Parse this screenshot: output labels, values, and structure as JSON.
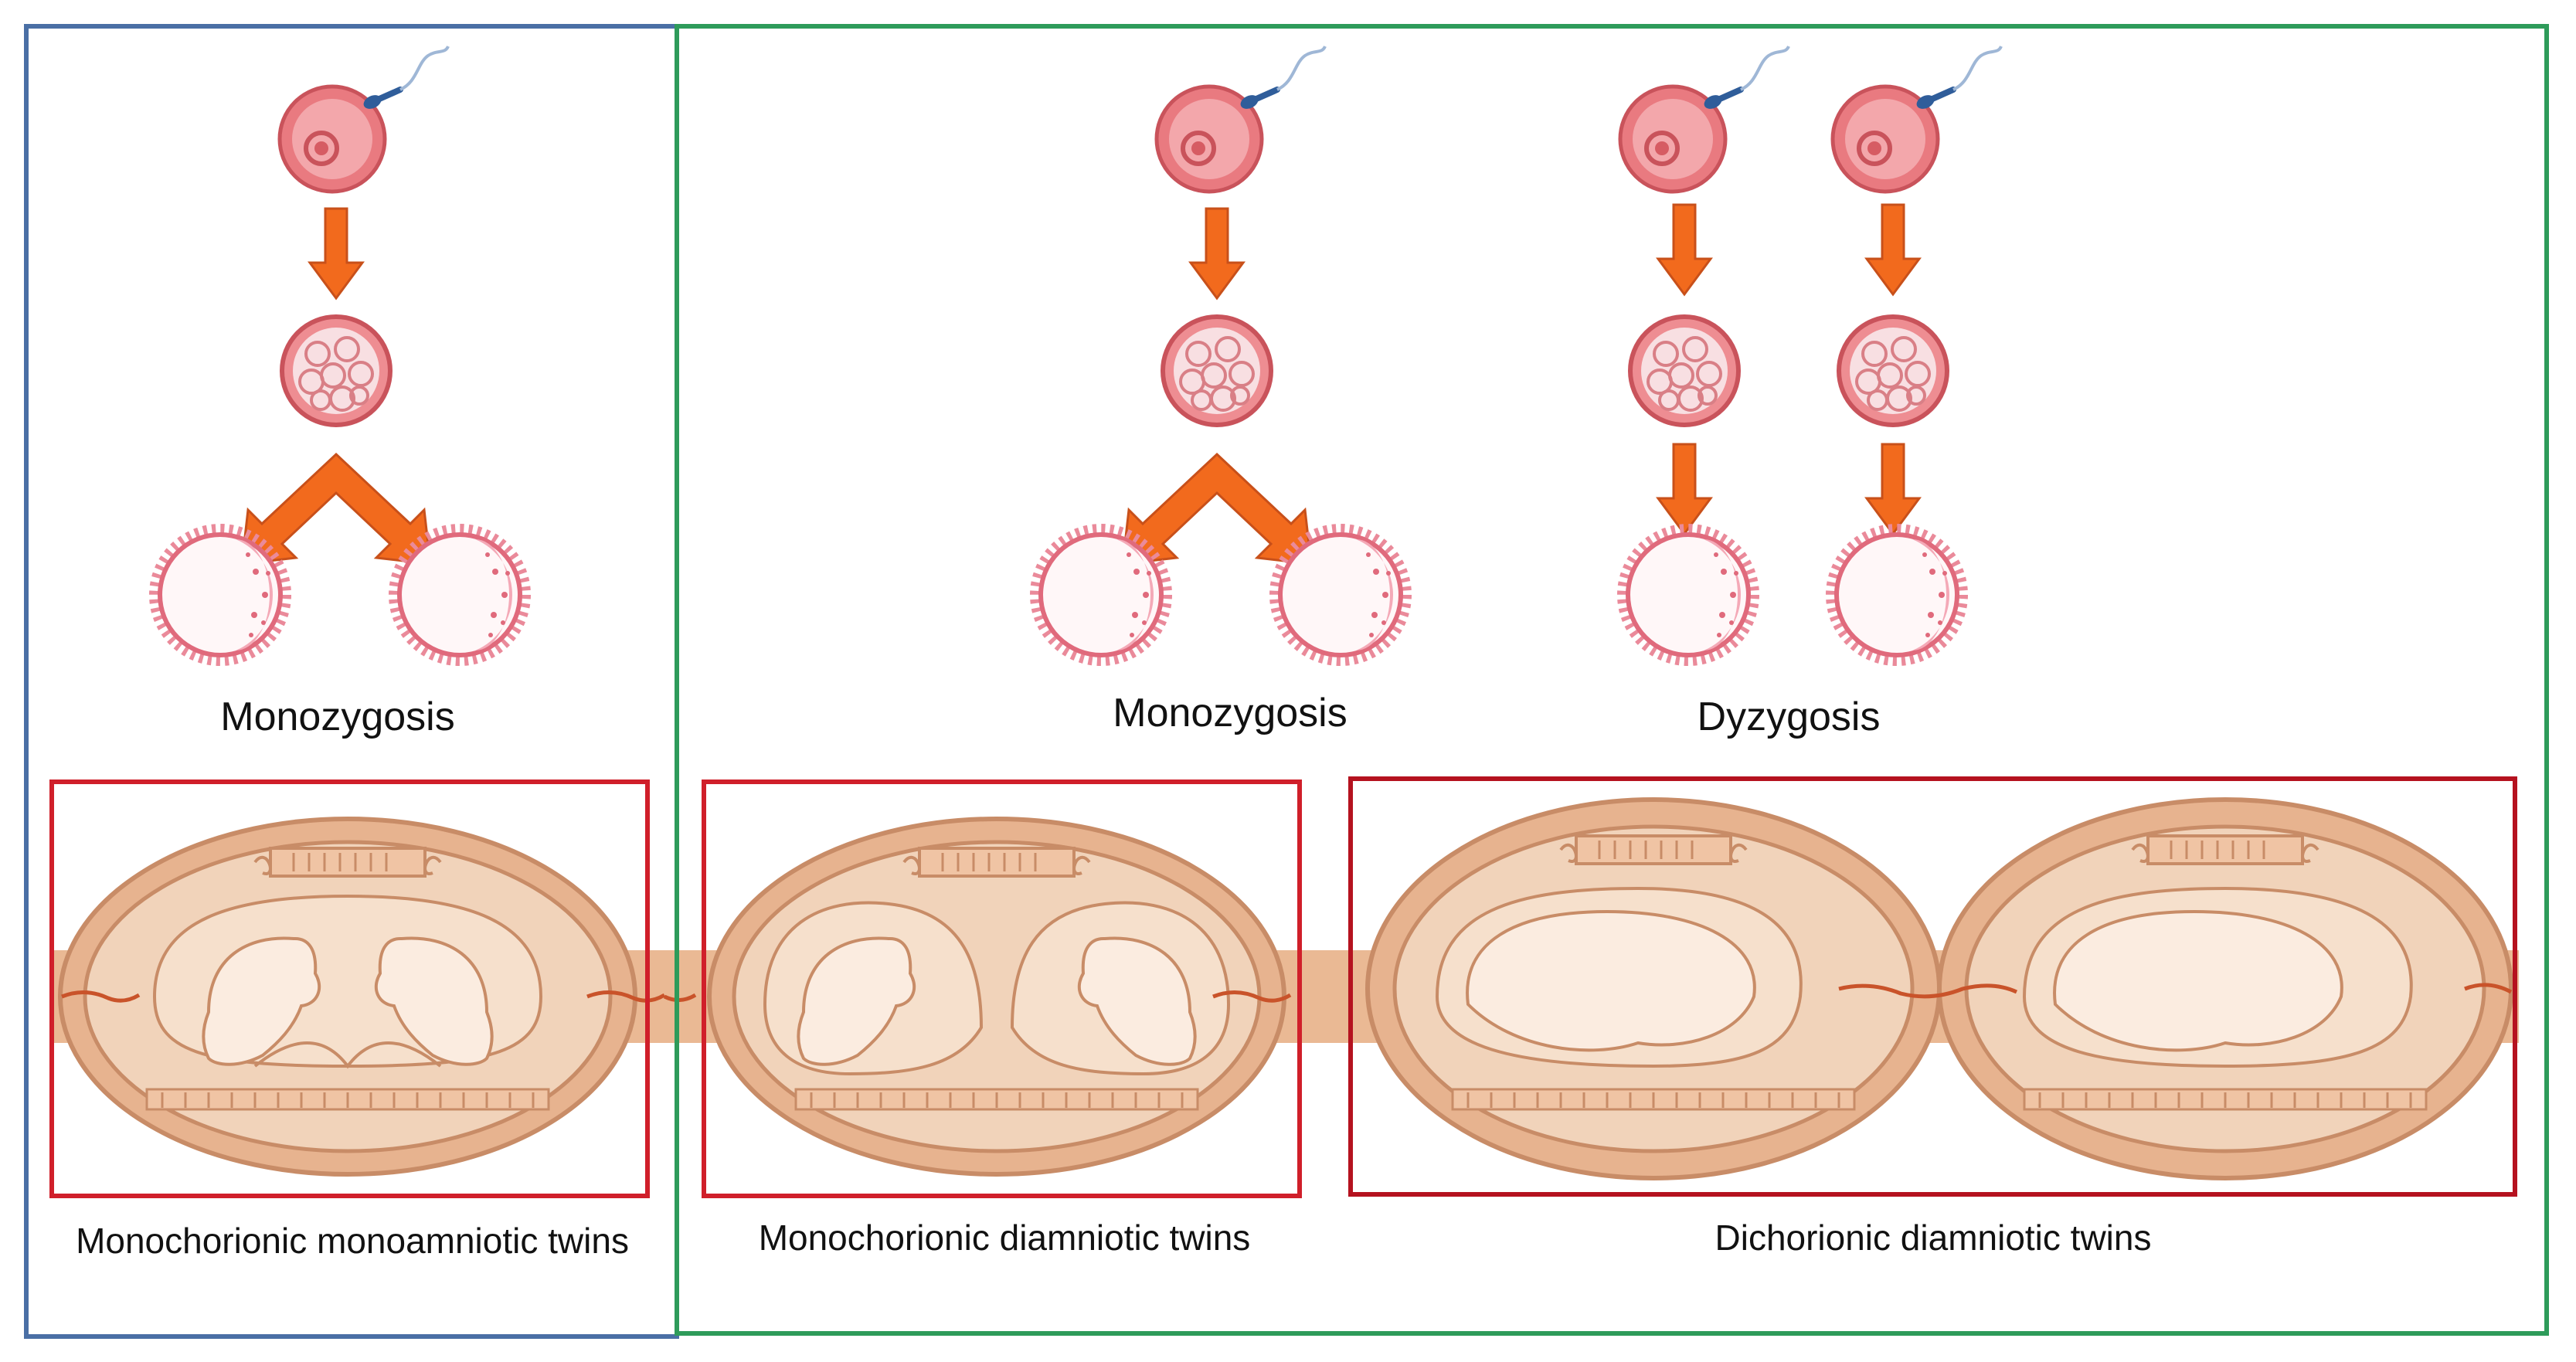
{
  "labels": {
    "left_mono": "Monozygosis",
    "mid_mono": "Monozygosis",
    "dizy": "Dyzygosis",
    "mcma": "Monochorionic monoamniotic twins",
    "mcda": "Monochorionic diamniotic twins",
    "dcda": "Dichorionic diamniotic twins"
  },
  "colors": {
    "blue_frame": "#4a6fa5",
    "green_frame": "#2e9b5a",
    "red_frame": "#d01f2a",
    "arrow": "#f26a1d",
    "cell": "#e8767c",
    "placenta": "#e7b38f",
    "sac": "#f1d3ba",
    "fetus": "#fbece0"
  },
  "icons": [
    "egg-sperm-icon",
    "zygote-icon",
    "blastocyst-icon",
    "down-arrow-icon",
    "split-arrow-icon",
    "gestation-sac-icon"
  ]
}
